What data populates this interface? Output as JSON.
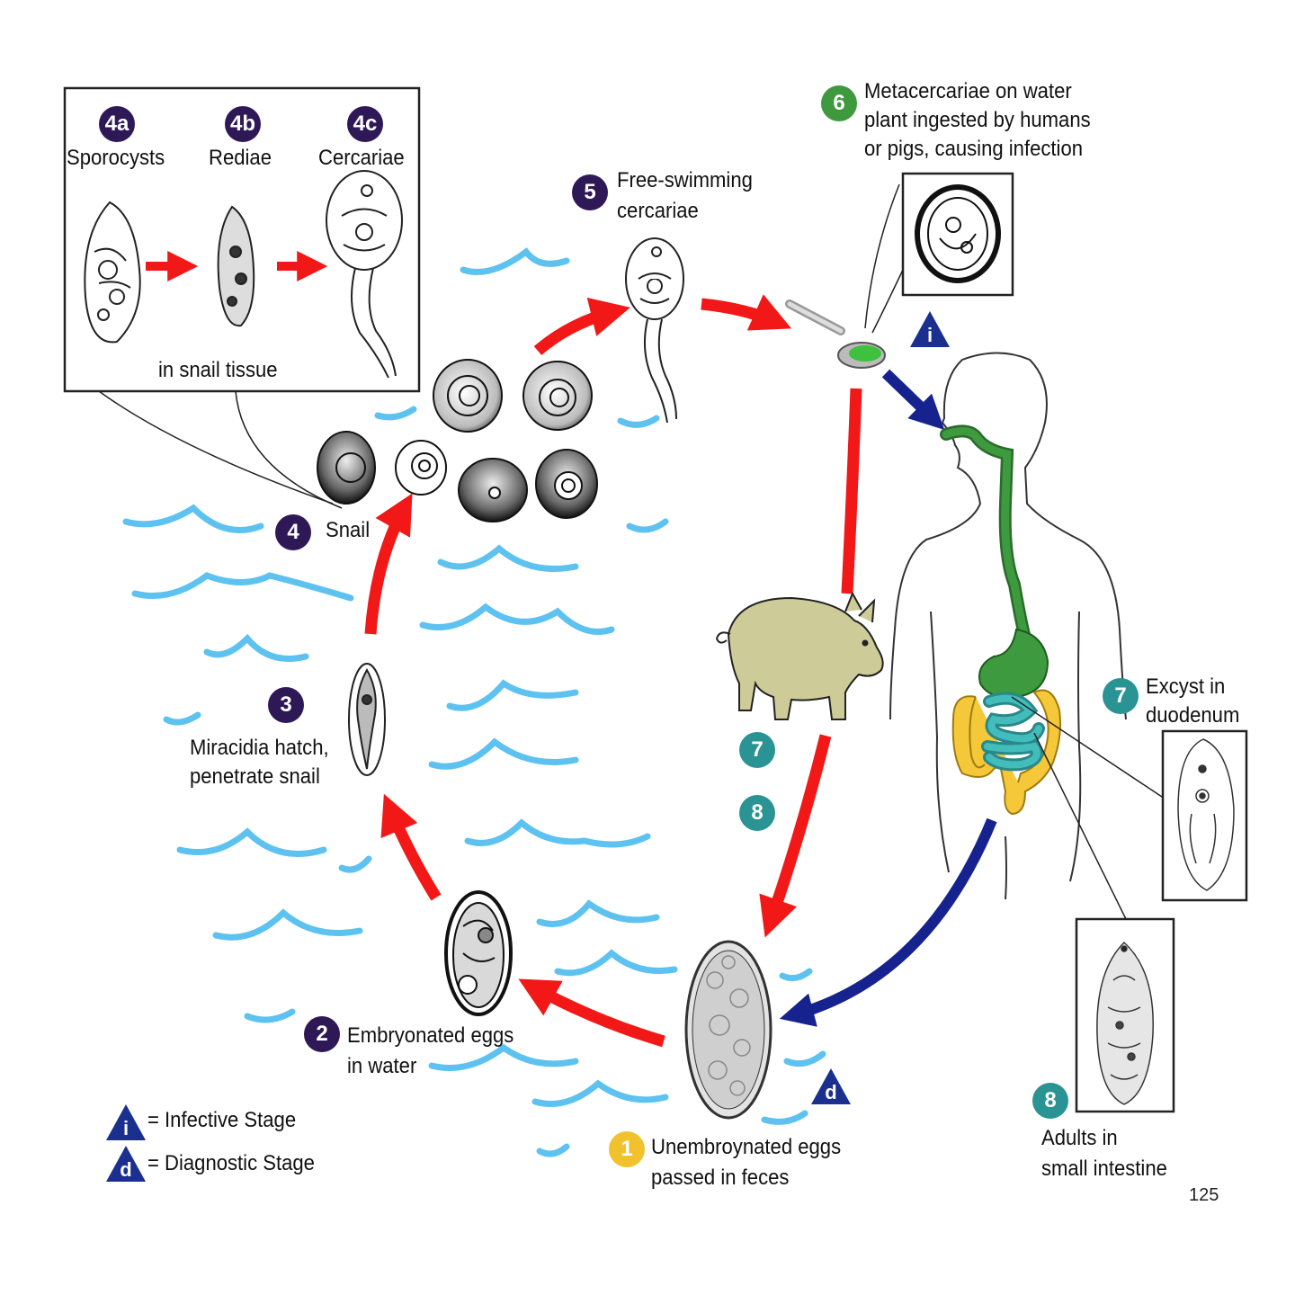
{
  "legend": {
    "infective": {
      "symbol": "i",
      "text": "= Infective Stage"
    },
    "diagnostic": {
      "symbol": "d",
      "text": "= Diagnostic Stage"
    }
  },
  "inset": {
    "caption": "in snail tissue"
  },
  "stages": {
    "s4a": {
      "num": "4a",
      "label": "Sporocysts"
    },
    "s4b": {
      "num": "4b",
      "label": "Rediae"
    },
    "s4c": {
      "num": "4c",
      "label": "Cercariae"
    },
    "s5": {
      "num": "5",
      "line1": "Free-swimming",
      "line2": "cercariae"
    },
    "s6": {
      "num": "6",
      "line1": "Metacercariae on water",
      "line2": "plant ingested by humans",
      "line3": "or pigs, causing infection"
    },
    "s4": {
      "num": "4",
      "label": "Snail"
    },
    "s3": {
      "num": "3",
      "line1": "Miracidia hatch,",
      "line2": "penetrate snail"
    },
    "s2": {
      "num": "2",
      "line1": "Embryonated eggs",
      "line2": "in water"
    },
    "s1": {
      "num": "1",
      "line1": "Unembroynated eggs",
      "line2": "passed in feces"
    },
    "s7_pig": {
      "num": "7"
    },
    "s8_pig": {
      "num": "8"
    },
    "s7_human": {
      "num": "7",
      "line1": "Excyst in",
      "line2": "duodenum"
    },
    "s8_human": {
      "num": "8",
      "line1": "Adults in",
      "line2": "small intestine"
    }
  },
  "markers": {
    "infective": "i",
    "diagnostic": "d"
  },
  "page_number": "125",
  "colors": {
    "arrow_red": "#f21818",
    "arrow_blue": "#16238e",
    "water": "#5ec2f0",
    "badge_purple": "#2f1856",
    "badge_green": "#3f9a3f",
    "badge_teal": "#2a9393",
    "badge_yellow": "#f2c12e",
    "pig": "#cdcc99",
    "gut_green": "#3e9a3e",
    "colon_yellow": "#f5c83a",
    "small_intestine": "#32a7a7",
    "triangle": "#1b2f8f"
  }
}
